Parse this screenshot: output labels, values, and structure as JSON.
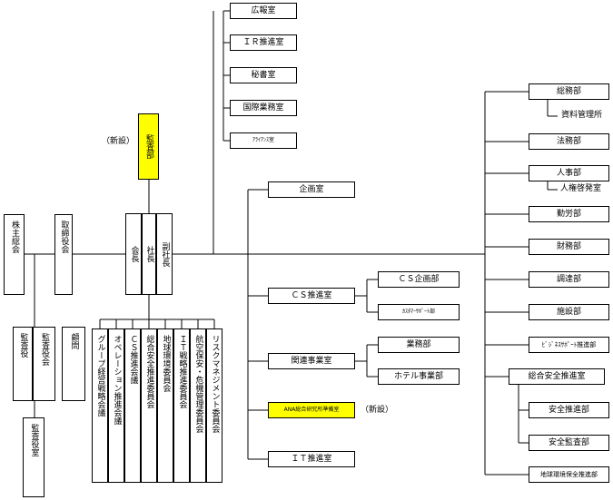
{
  "new_label": "（新設）",
  "top_left": {
    "shareholders": "株主総会",
    "board": "取締役会",
    "auditors": "監査役",
    "audit_board": "監査役会",
    "advisor": "顧問",
    "audit_office": "監査役室"
  },
  "executives": {
    "chairman": "会長",
    "president": "社長",
    "vice_president": "副社長",
    "audit_dept": "監査部"
  },
  "committees": [
    "グループ経営戦略会議",
    "オペレーション推進会議",
    "ＣＳ推進会議",
    "総合安全推進委員会",
    "地球環境委員会",
    "ＩＴ戦略推進委員会",
    "航空保安・危機管理委員会",
    "リスクマネジメント委員会"
  ],
  "top_branch": [
    "広報室",
    "ＩＲ推進室",
    "秘書室",
    "国際業務室",
    "ｱﾗｲｱﾝｽ室"
  ],
  "middle_branch": {
    "planning": "企画室",
    "cs": "ＣＳ推進室",
    "cs_children": [
      "ＣＳ企画部",
      "ｶｽﾀﾏｰｻﾎﾟｰﾄ部"
    ],
    "affiliates": "関連事業室",
    "affiliates_children": [
      "業務部",
      "ホテル事業部"
    ],
    "ana_institute": "ANA総合研究所準備室",
    "it": "ＩＴ推進室"
  },
  "right_branch": {
    "general_affairs": "総務部",
    "archives": "資料管理所",
    "legal": "法務部",
    "hr": "人事部",
    "human_rights": "人権啓発室",
    "labor": "勤労部",
    "finance": "財務部",
    "procurement": "調達部",
    "facilities": "施設部",
    "business_support": "ﾋﾞｼﾞﾈｽｻﾎﾟｰﾄ推進部",
    "safety_office": "総合安全推進室",
    "safety_promo": "安全推進部",
    "safety_audit": "安全監査部",
    "environment": "地球環境保全推進部"
  },
  "colors": {
    "highlight": "#ffff00",
    "line": "#000000"
  }
}
